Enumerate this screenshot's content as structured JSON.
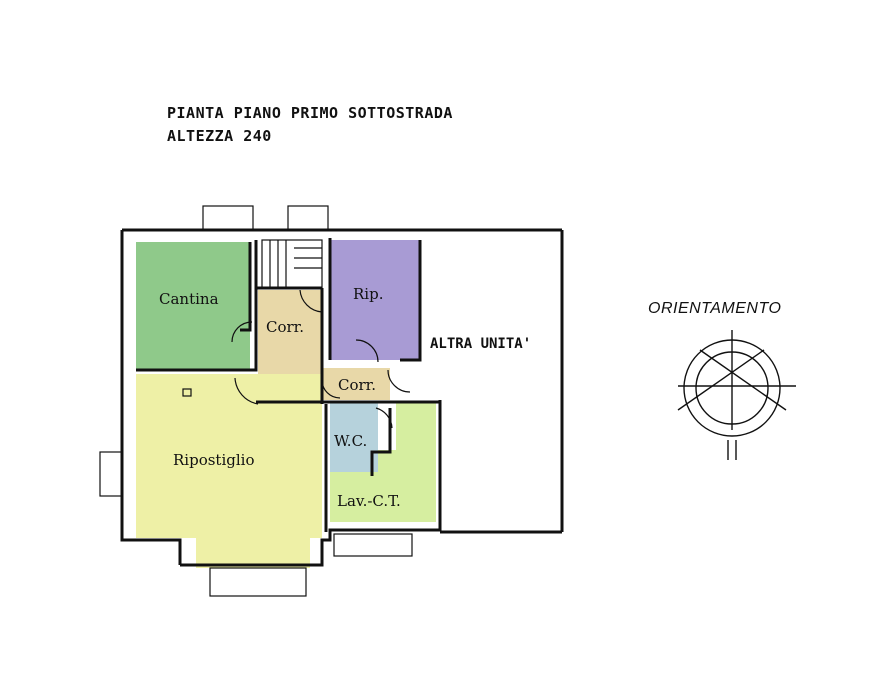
{
  "header": {
    "title_line1": "PIANTA PIANO PRIMO SOTTOSTRADA",
    "title_line2": "ALTEZZA 240"
  },
  "rooms": {
    "cantina": "Cantina",
    "corr_upper": "Corr.",
    "rip": "Rip.",
    "corr_lower": "Corr.",
    "ripostiglio": "Ripostiglio",
    "wc": "W.C.",
    "lav_ct": "Lav.-C.T.",
    "altra_unita": "ALTRA UNITA'"
  },
  "orientation": {
    "label": "ORIENTAMENTO"
  },
  "colors": {
    "cantina": "#8fc98a",
    "corr": "#e8d8a8",
    "rip": "#a89bd4",
    "ripostiglio": "#eef0a6",
    "wc": "#b6d2dc",
    "lav_ct": "#d6eea0",
    "walls": "#111111"
  }
}
